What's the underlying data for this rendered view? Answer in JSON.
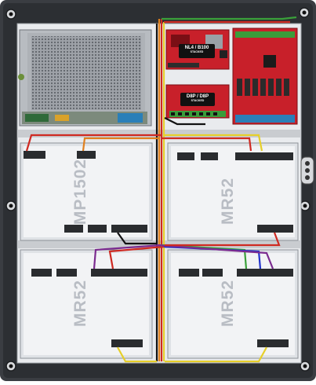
{
  "boards": {
    "top_left": {
      "label": "MP1502"
    },
    "top_right": {
      "label": "MR52"
    },
    "bottom_left": {
      "label": "MR52"
    },
    "bottom_right": {
      "label": "MR52"
    }
  },
  "badges": {
    "nl4": {
      "line1": "NL4 / B100",
      "line2": "STACKED"
    },
    "d8p": {
      "line1": "D8P / D8P",
      "line2": "STACKED"
    }
  },
  "colors": {
    "enclosure": "#3a3d42",
    "backplate": "#e9ebee",
    "board": "#dfe2e6",
    "red_board": "#c8202a",
    "wire_red": "#cf2a22",
    "wire_orange": "#e0801e",
    "wire_yellow": "#e6cf2a",
    "wire_green": "#3aa03a",
    "wire_purple": "#7b2b8f",
    "wire_black": "#111111"
  }
}
